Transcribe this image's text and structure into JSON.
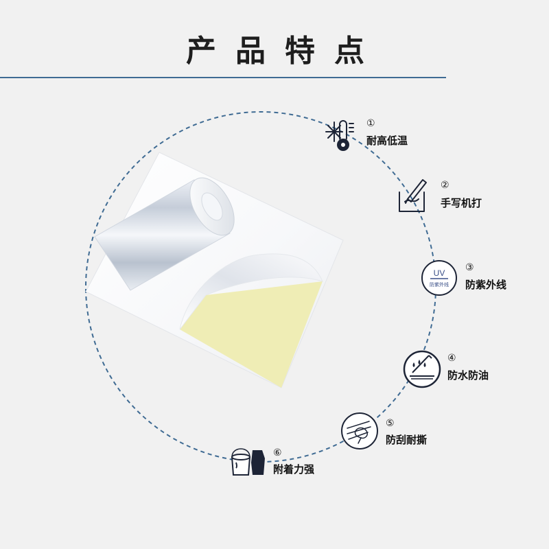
{
  "heading": {
    "title": "产品特点"
  },
  "features": [
    {
      "num": "①",
      "label": "耐高低温",
      "icon": "thermometer-snowflake-icon"
    },
    {
      "num": "②",
      "label": "手写机打",
      "icon": "pen-writing-icon"
    },
    {
      "num": "③",
      "label": "防紫外线",
      "icon": "uv-badge-icon",
      "badge_top": "UV",
      "badge_bottom": "防紫外线"
    },
    {
      "num": "④",
      "label": "防水防油",
      "icon": "water-drops-icon"
    },
    {
      "num": "⑤",
      "label": "防刮耐撕",
      "icon": "scratch-hand-icon"
    },
    {
      "num": "⑥",
      "label": "附着力强",
      "icon": "paint-bucket-glove-icon"
    }
  ],
  "colors": {
    "background": "#f1f1f1",
    "rule": "#3f6b93",
    "circle_dash": "#3f6b93",
    "icon_stroke": "#1d2436",
    "liner_yellow": "#efedb5",
    "sheet_white": "#ffffff"
  }
}
